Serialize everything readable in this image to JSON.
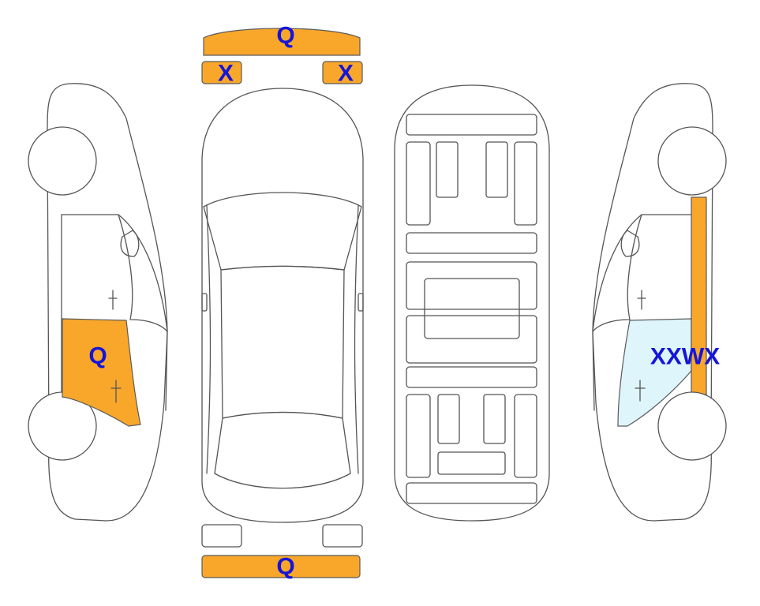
{
  "colors": {
    "damage_fill": "#F9A72B",
    "glass_fill": "#DDF5FB",
    "code_text": "#1515D8",
    "outline": "#555555"
  },
  "markers": {
    "front_bumper": "Q",
    "headlight_left": "X",
    "headlight_right": "X",
    "left_front_door": "Q",
    "right_front_door": "XXWX",
    "rear_bumper": "Q"
  }
}
